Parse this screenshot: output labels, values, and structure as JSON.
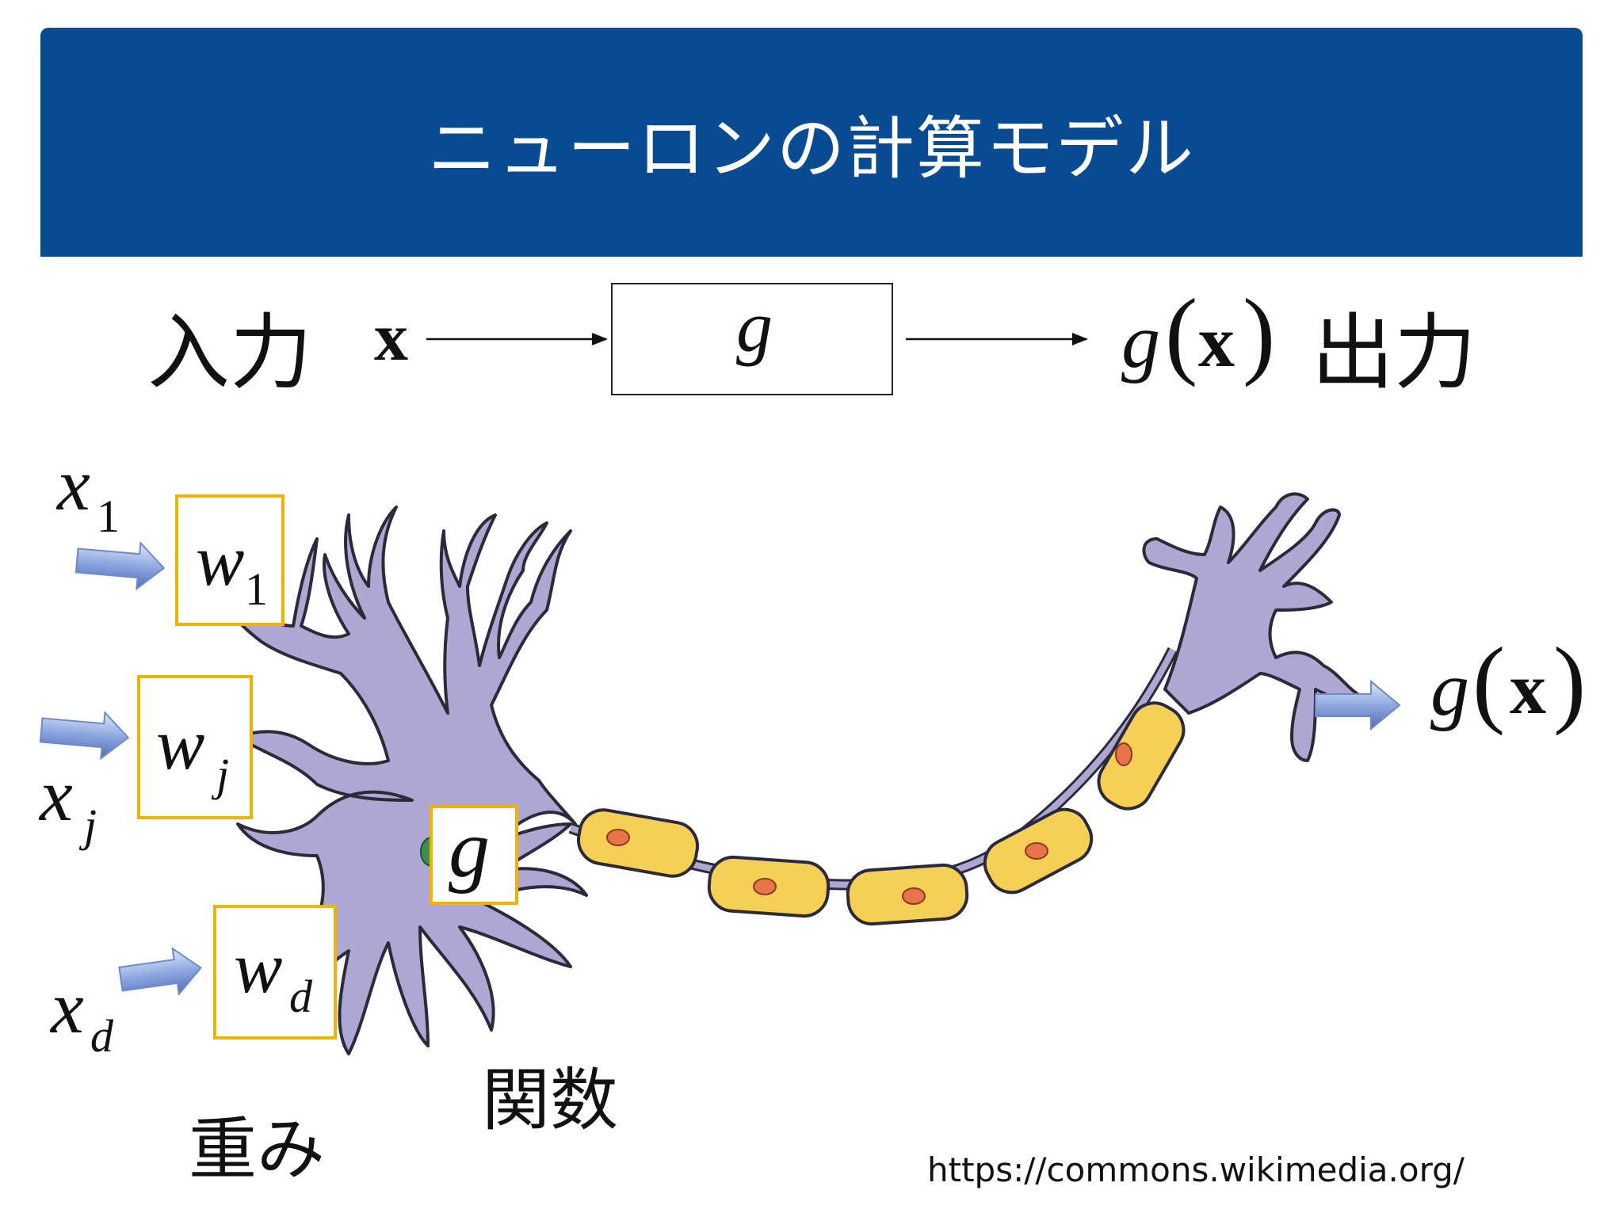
{
  "header": {
    "title": "ニューロンの計算モデル",
    "color": "#084b93"
  },
  "top_flow": {
    "input_label": "入力",
    "input_symbol": "x",
    "box_symbol": "g",
    "output_g": "g",
    "output_paren_open": "(",
    "output_x": "x",
    "output_paren_close": ")",
    "output_label": "出力"
  },
  "neuron": {
    "inputs": [
      {
        "x": "x",
        "x_sub": "1",
        "w": "w",
        "w_sub": "1"
      },
      {
        "x": "x",
        "x_sub": "j",
        "w": "w",
        "w_sub": "j"
      },
      {
        "x": "x",
        "x_sub": "d",
        "w": "w",
        "w_sub": "d"
      }
    ],
    "soma_function": "g",
    "output_g": "g",
    "output_paren_open": "(",
    "output_x": "x",
    "output_paren_close": ")",
    "weights_label": "重み",
    "function_label": "関数",
    "colors": {
      "body": "#ada7d2",
      "outline": "#2a2a3a",
      "myelin": "#f6cf55",
      "nucleus": "#e8744a",
      "nucleus_dot": "#3f8f4f",
      "box_border": "#f2b300",
      "arrow": "#8fa8e0"
    }
  },
  "source": "https://commons.wikimedia.org/"
}
